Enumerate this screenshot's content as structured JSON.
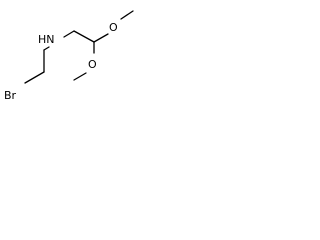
{
  "molecule": {
    "atoms": {
      "br": "Br",
      "n": "HN",
      "o_upper": "O",
      "o_lower": "O"
    }
  }
}
